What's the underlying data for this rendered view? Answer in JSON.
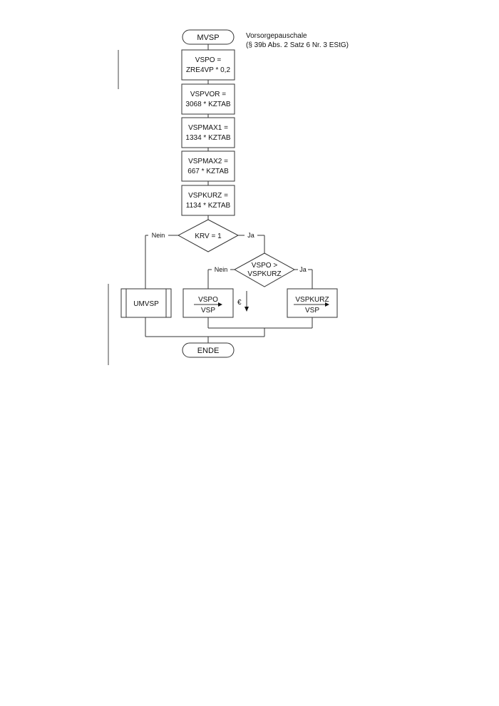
{
  "diagram": {
    "start": "MVSP",
    "note": {
      "line1": "Vorsorgepauschale",
      "line2": "(§ 39b Abs. 2 Satz 6 Nr. 3 EStG)"
    },
    "steps": [
      {
        "line1": "VSPO =",
        "line2": "ZRE4VP * 0,2"
      },
      {
        "line1": "VSPVOR =",
        "line2": "3068 * KZTAB"
      },
      {
        "line1": "VSPMAX1 =",
        "line2": "1334 * KZTAB"
      },
      {
        "line1": "VSPMAX2 =",
        "line2": "667 * KZTAB"
      },
      {
        "line1": "VSPKURZ =",
        "line2": "1134 * KZTAB"
      }
    ],
    "decision1": {
      "text": "KRV = 1",
      "no": "Nein",
      "yes": "Ja"
    },
    "decision2": {
      "line1": "VSPO >",
      "line2": "VSPKURZ",
      "no": "Nein",
      "yes": "Ja"
    },
    "subprocess": "UMVSP",
    "assign_left": {
      "from": "VSPO",
      "to": "VSP"
    },
    "assign_right": {
      "from": "VSPKURZ",
      "to": "VSP"
    },
    "euro_marker": "€",
    "end": "ENDE"
  }
}
